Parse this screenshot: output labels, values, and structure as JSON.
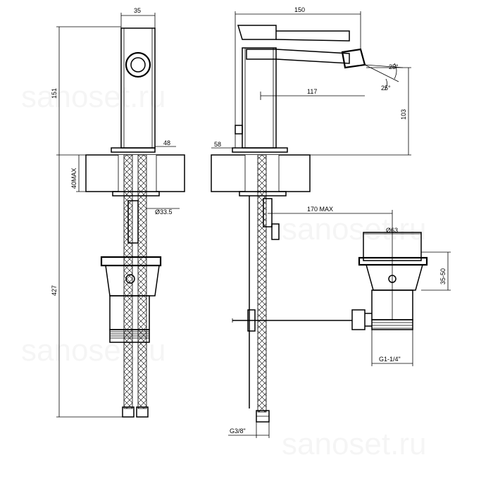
{
  "watermark": "sanoset.ru",
  "dimensions": {
    "spout_width": "35",
    "total_height": "151",
    "base_width": "48",
    "deck_max": "40MAX",
    "hole_diameter": "Ø33.5",
    "total_length": "427",
    "overall_length": "150",
    "angle_up": "25°",
    "angle_down": "25°",
    "reach": "117",
    "spout_height": "103",
    "base_offset": "58",
    "rod_max": "170 MAX",
    "waste_diameter": "Ø63",
    "waste_height": "35-50",
    "waste_thread": "G1-1/4\"",
    "hose_thread": "G3/8\""
  }
}
